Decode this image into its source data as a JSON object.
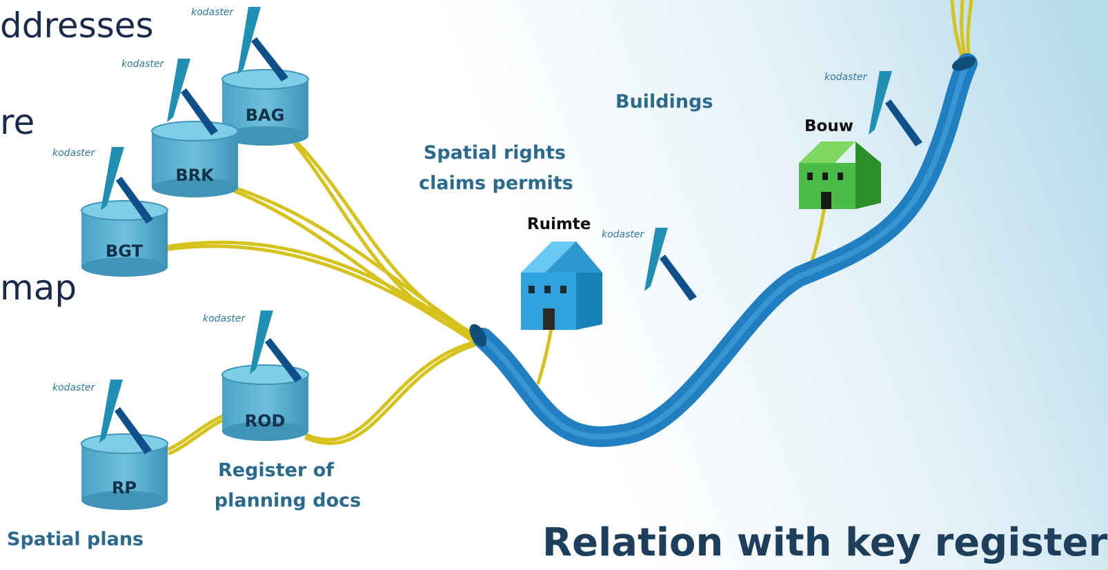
{
  "partial_words": [
    "ddresses",
    "re",
    "map"
  ],
  "brand_label": "kodaster",
  "registers": [
    "BAG",
    "BRK",
    "BGT",
    "ROD",
    "RP"
  ],
  "houses": {
    "ruimte": "Ruimte",
    "bouw": "Bouw"
  },
  "labels": {
    "buildings": "Buildings",
    "spatial_rights": "Spatial rights",
    "claims_permits": "claims permits",
    "register_of": "Register of",
    "planning_docs": "planning docs",
    "spatial_plans": "Spatial plans"
  },
  "title": "Relation with key registers",
  "colors": {
    "cable": "#1f7fc1",
    "wire": "#d6c21c",
    "cylinder": "#5bb0cf",
    "ruimte_house": "#2fa3de",
    "bouw_house": "#4cbc48",
    "logo_light": "#1f8fb3",
    "logo_dark": "#0f4f8a"
  }
}
